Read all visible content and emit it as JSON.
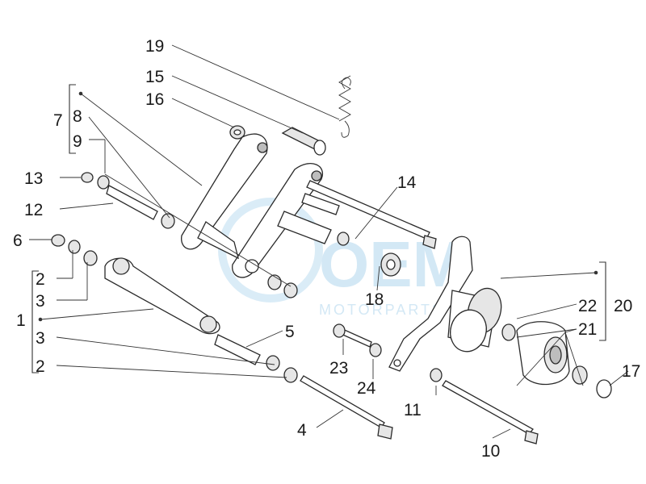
{
  "watermark": {
    "brand": "OEM",
    "sub": "MOTORPARTS"
  },
  "labels": {
    "p1": "1",
    "p2a": "2",
    "p2b": "2",
    "p3a": "3",
    "p3b": "3",
    "p4": "4",
    "p5": "5",
    "p6": "6",
    "p7": "7",
    "p8": "8",
    "p9": "9",
    "p10": "10",
    "p11": "11",
    "p12": "12",
    "p13": "13",
    "p14": "14",
    "p15": "15",
    "p16": "16",
    "p17": "17",
    "p18": "18",
    "p19": "19",
    "p20": "20",
    "p21": "21",
    "p22": "22",
    "p23": "23",
    "p24": "24"
  }
}
